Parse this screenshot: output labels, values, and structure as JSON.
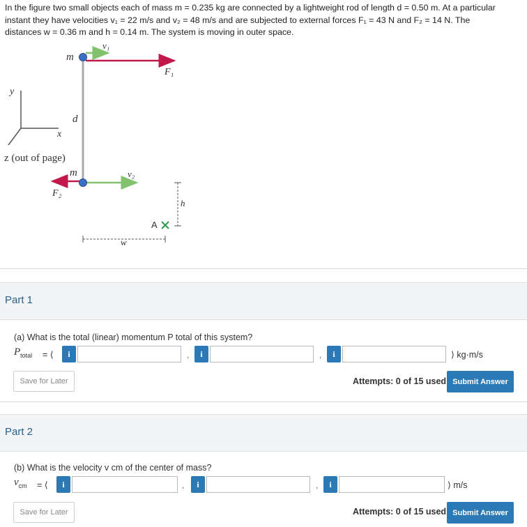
{
  "problem": {
    "line1": "In the figure two small objects each of mass m = 0.235 kg are connected by a lightweight rod of length d = 0.50 m. At a particular",
    "line2": "instant they have velocities v₁ = 22 m/s and v₂ = 48 m/s and are subjected to external forces F₁ = 43 N and F₂ = 14 N. The",
    "line3": "distances w = 0.36 m and h = 0.14 m. The system is moving in outer space."
  },
  "figure": {
    "m_top": "m",
    "m_bottom": "m",
    "v1": "v₁",
    "v2": "v₂",
    "F1": "F₁",
    "F2": "F₂",
    "d": "d",
    "y": "y",
    "x": "x",
    "z": "z (out of page)",
    "A": "A",
    "h": "h",
    "w": "w",
    "colors": {
      "force": "#c0194a",
      "velocity": "#82c26e",
      "mass": "#3b6fc4",
      "marker": "#2e9a4e"
    }
  },
  "part1": {
    "title": "Part 1",
    "question": "(a) What is the total (linear) momentum P total of this system?",
    "label": "P",
    "label_sub": "total",
    "open": "= ⟨",
    "info": "i",
    "fields": [
      "",
      "",
      ""
    ],
    "units": "⟩ kg·m/s",
    "save": "Save for Later",
    "attempts": "Attempts: 0 of 15 used",
    "submit": "Submit Answer"
  },
  "part2": {
    "title": "Part 2",
    "question": "(b) What is the velocity v cm of the center of mass?",
    "label": "v",
    "label_sub": "cm",
    "open": "= ⟨",
    "info": "i",
    "fields": [
      "",
      "",
      ""
    ],
    "units": "⟩ m/s",
    "save": "Save for Later",
    "attempts": "Attempts: 0 of 15 used",
    "submit": "Submit Answer"
  }
}
